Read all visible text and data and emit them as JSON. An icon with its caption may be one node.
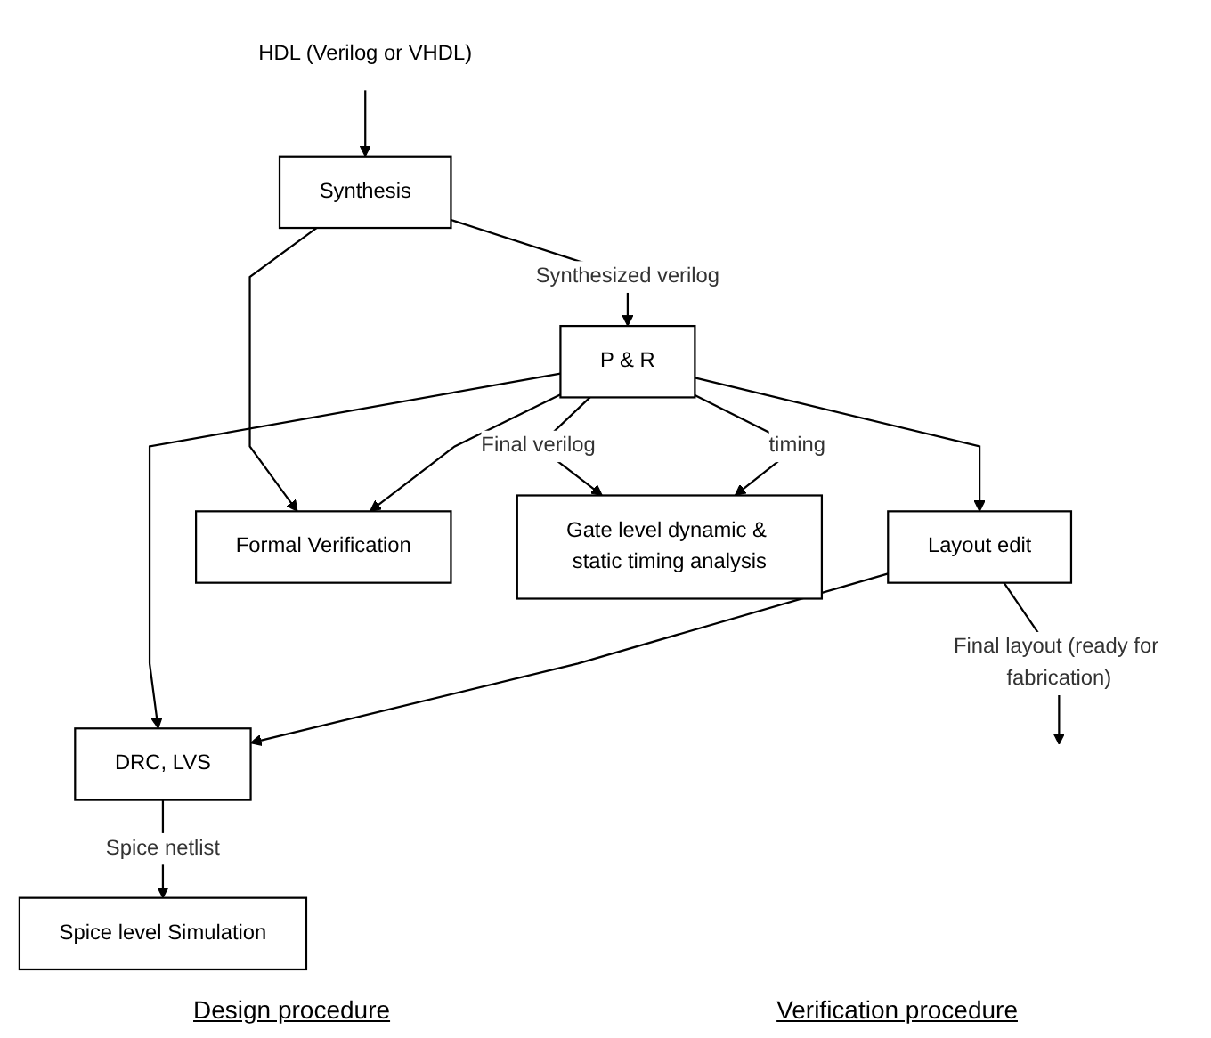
{
  "diagram": {
    "nodes": [
      {
        "text": [
          "HDL (Verilog or VHDL)"
        ]
      },
      {
        "text": [
          "Synthesis"
        ]
      },
      {
        "text": [
          "P & R"
        ]
      },
      {
        "text": [
          "Layout edit"
        ]
      },
      {
        "text": [
          "Formal Verification"
        ]
      },
      {
        "text": [
          "Gate level dynamic & static timing analysis"
        ]
      },
      {
        "text": [
          "DRC, LVS"
        ]
      },
      {
        "text": [
          "Spice level Simulation"
        ]
      }
    ],
    "edges": [
      {
        "from": 0,
        "to": 1,
        "arrow": "to"
      },
      {
        "from": 1,
        "to": 2,
        "arrow": "to",
        "label": "Synthesized verilog"
      },
      {
        "from": 1,
        "to": 4,
        "arrow": "to"
      },
      {
        "from": 2,
        "to": 4,
        "arrow": "to"
      },
      {
        "from": 2,
        "to": 5,
        "arrow": "to",
        "label": "Final verilog"
      },
      {
        "from": 2,
        "to": 5,
        "arrow": "to",
        "label": "timing"
      },
      {
        "from": 2,
        "to": 6,
        "arrow": "to"
      },
      {
        "from": 2,
        "to": 3,
        "arrow": "to"
      },
      {
        "from": 3,
        "to": 6,
        "arrow": "to"
      },
      {
        "from": 6,
        "to": 7,
        "arrow": "to",
        "label": "Spice netlist"
      },
      {
        "from": 3,
        "to": null,
        "arrow": "to",
        "label": "Final layout (ready for fabrication)"
      }
    ],
    "labels": [
      "Design procedure",
      "Verification procedure"
    ]
  }
}
